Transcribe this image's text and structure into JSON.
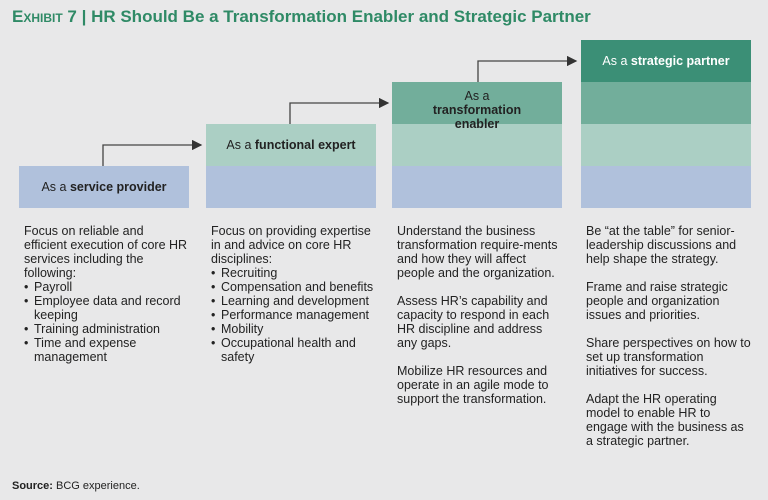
{
  "title": {
    "exhibit": "Exhibit 7",
    "text": "HR Should Be a Transformation Enabler and Strategic Partner"
  },
  "stages": [
    {
      "prefix": "As a ",
      "role": "service provider",
      "paragraphs": [
        "Focus on reliable and efficient execution of core HR services including the following:"
      ],
      "bullets": [
        "Payroll",
        "Employee data and record keeping",
        "Training administration",
        "Time and expense management"
      ]
    },
    {
      "prefix": "As a ",
      "role": "functional expert",
      "paragraphs": [
        "Focus on providing expertise in and advice on core HR disciplines:"
      ],
      "bullets": [
        "Recruiting",
        "Compensation and benefits",
        "Learning and development",
        "Performance management",
        "Mobility",
        "Occupational health and safety"
      ]
    },
    {
      "prefix": "As a ",
      "role": "transformation enabler",
      "paragraphs": [
        "Understand the business transformation require-ments and how they will affect people and the organization.",
        "Assess HR’s capability and capacity to respond in each HR discipline and address any gaps.",
        "Mobilize HR resources and operate in an agile mode to support the transformation."
      ]
    },
    {
      "prefix": "As a ",
      "role": "strategic partner",
      "paragraphs": [
        "Be “at the table” for senior-leadership discussions and help shape the strategy.",
        "Frame and raise strategic people and organization issues and priorities.",
        "Share perspectives on how to set up transformation initiatives for success.",
        "Adapt the HR operating model to enable HR to engage with the business as a strategic partner."
      ]
    }
  ],
  "source": {
    "label": "Source:",
    "text": " BCG experience."
  },
  "colors": {
    "blue": "#b0c1dc",
    "light_green": "#abcfc4",
    "mid_green": "#72ae9b",
    "dark_green": "#3b8f76"
  }
}
